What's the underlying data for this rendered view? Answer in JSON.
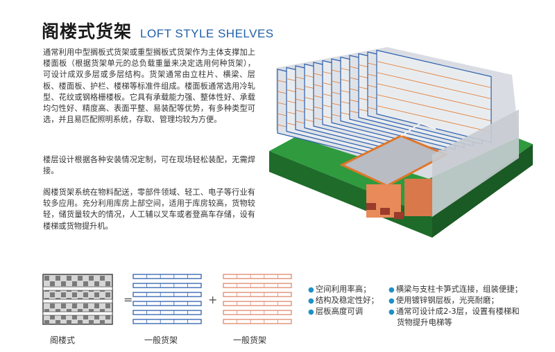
{
  "title": {
    "cn": "阁楼式货架",
    "en": "LOFT STYLE SHELVES"
  },
  "paragraphs": [
    "通常利用中型搁板式货架或重型搁板式货架作为主体支撑加上楼面板（根据货架单元的总负载重量来决定选用何种货架），可设计成双多层或多层结构。货架通常由立柱片、横梁、层板、楼面板、护栏、楼梯等标准件组成。楼面板通常选用冷轧型、花纹或钢格栅楼板。它具有承载能力强、整体性好、承载均匀性好、精度高、表面平整、易装配等优势，有多种类型可选，并且易匹配照明系统，存取、管理均较为方便。",
    "楼层设计根据各种安装情况定制，可在现场轻松装配，无需焊接。",
    "阁楼货架系统在物料配送，零部件领域、轻工、电子等行业有较多应用。充分利用库房上部空间，适用于库房较高，货物较轻，储货量较大的情况，人工辅以叉车或者登高车存储，设有楼梯或货物提升机。"
  ],
  "diagram": {
    "equals": "=",
    "plus": "+",
    "captions": [
      "阁楼式",
      "一般货架",
      "一般货架"
    ]
  },
  "features": {
    "left": [
      "空间利用率高；",
      "结构及稳定性好；",
      "层板高度可调"
    ],
    "right": [
      "横梁与支柱卡笋式连接，组装便捷；",
      "使用镀锌钢层板，光亮耐磨；",
      "通常可设计成2-3层，设置有楼梯和",
      "货物提升电梯等"
    ]
  },
  "colors": {
    "title_en": "#1f5fa8",
    "upright_blue": "#2c5fae",
    "beam_orange": "#e0762a",
    "floor_green": "#2f9b3e",
    "bullet": "#1f8fc8"
  }
}
